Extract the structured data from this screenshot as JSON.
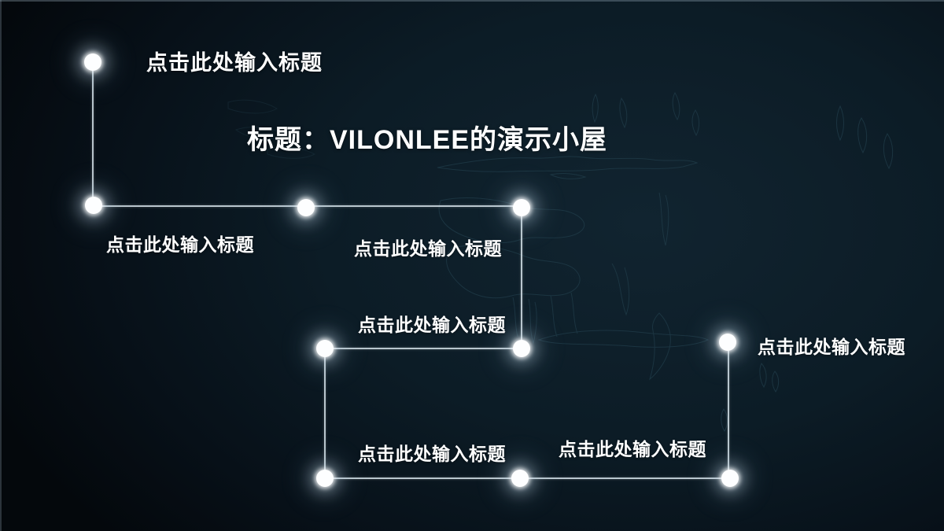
{
  "slide": {
    "heading": "点击此处输入标题",
    "title": "标题：VILONLEE的演示小屋",
    "placeholder_labels": [
      "点击此处输入标题",
      "点击此处输入标题",
      "点击此处输入标题",
      "点击此处输入标题",
      "点击此处输入标题",
      "点击此处输入标题"
    ]
  },
  "colors": {
    "background_center": "#112430",
    "background_edge": "#04080c",
    "map_line": "#1f3a47",
    "connector_line": "#d8e5ec",
    "node_dot": "#ffffff",
    "text": "#ffffff"
  }
}
